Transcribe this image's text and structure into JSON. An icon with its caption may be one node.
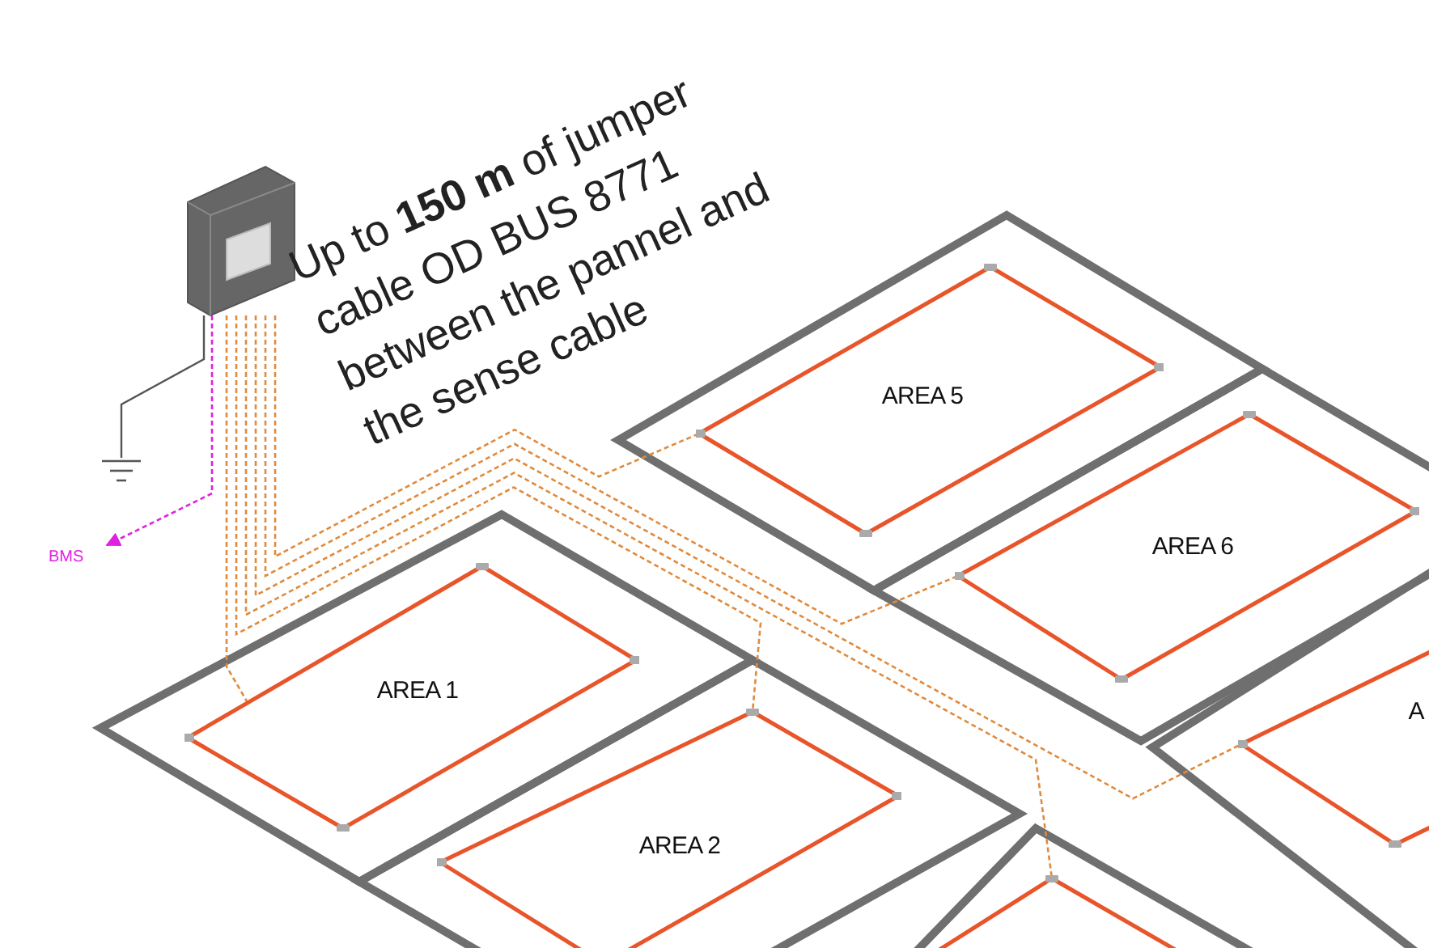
{
  "diagram": {
    "nodes": [
      {
        "text": [],
        "shape": "box"
      },
      {
        "text": [],
        "shape": "ground"
      },
      {
        "text": [
          "BMS"
        ]
      },
      {
        "text": [
          "AREA 5"
        ]
      },
      {
        "text": [
          "AREA 6"
        ]
      },
      {
        "text": [
          "AREA 1"
        ]
      },
      {
        "text": [
          "A"
        ]
      },
      {
        "text": [
          "AREA 2"
        ]
      },
      {
        "text": [],
        "shape": "loop"
      }
    ],
    "edges": [
      {
        "from": 0,
        "to": 1,
        "arrow": "none",
        "color": "#555555"
      },
      {
        "from": 0,
        "to": 2,
        "arrow": "to",
        "style": "dashed",
        "color": "#e020e0"
      },
      {
        "from": 0,
        "to": 5,
        "arrow": "none",
        "style": "dashed"
      },
      {
        "from": 0,
        "to": 7,
        "arrow": "none",
        "style": "dashed"
      },
      {
        "from": 0,
        "to": 8,
        "arrow": "none",
        "style": "dashed"
      },
      {
        "from": 0,
        "to": 6,
        "arrow": "none",
        "style": "dashed"
      },
      {
        "from": 0,
        "to": 4,
        "arrow": "none",
        "style": "dashed"
      },
      {
        "from": 0,
        "to": 3,
        "arrow": "none",
        "style": "dashed"
      }
    ],
    "labels": [
      "Up to **150 m** of jumper cable OD BUS 8771 between the pannel and the sense cable"
    ]
  }
}
